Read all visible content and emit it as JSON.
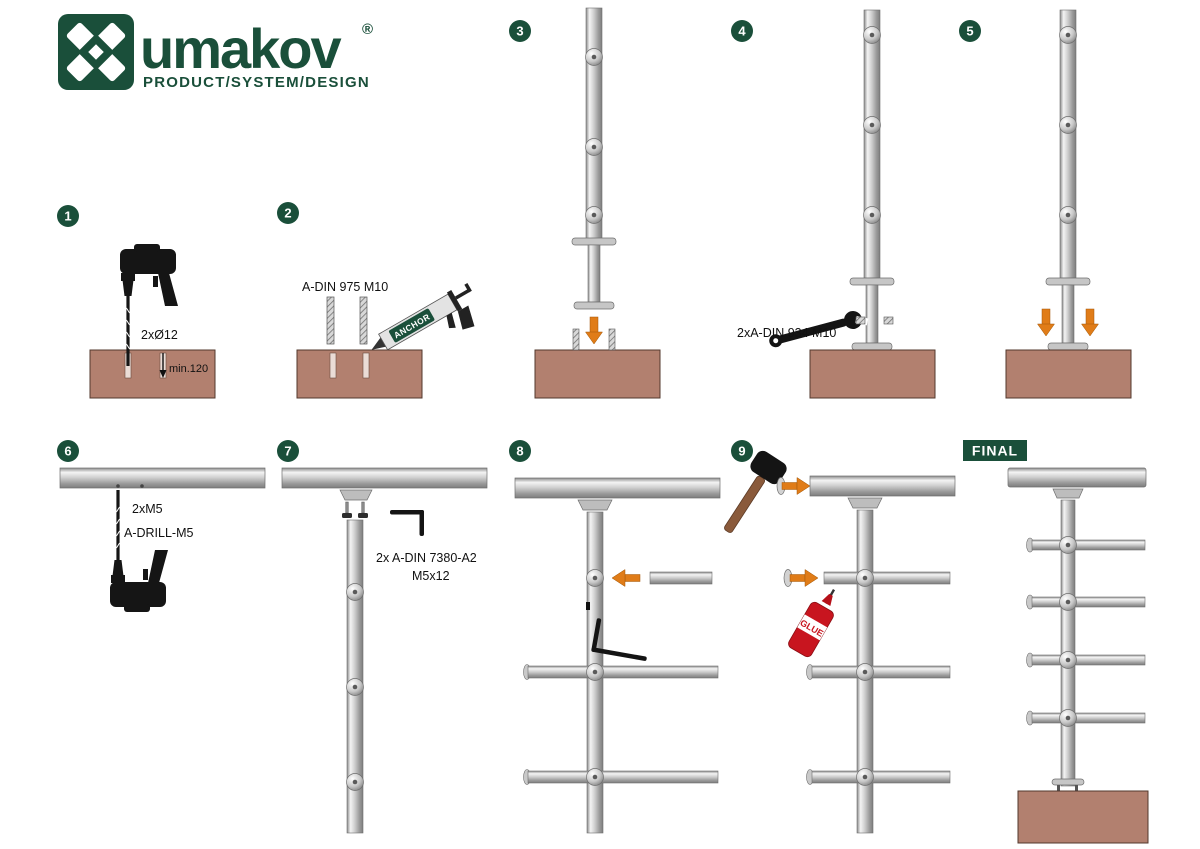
{
  "logo": {
    "brand": "umakov",
    "registered": "®",
    "tagline": "PRODUCT/SYSTEM/DESIGN"
  },
  "palette": {
    "brand_green": "#1a4f3a",
    "base_brown": "#b2806f",
    "arrow_orange": "#e07c18",
    "glue_red": "#c8151f",
    "steel_gray": "#c6c6c6"
  },
  "steps": {
    "s1": {
      "num": "1",
      "hole_label": "2xØ12",
      "depth_label": "min.120"
    },
    "s2": {
      "num": "2",
      "rod_label": "A-DIN 975 M10",
      "gun_label": "ANCHOR"
    },
    "s3": {
      "num": "3"
    },
    "s4": {
      "num": "4",
      "nut_label": "2xA-DIN 934 M10"
    },
    "s5": {
      "num": "5"
    },
    "s6": {
      "num": "6",
      "screw_label": "2xM5",
      "drill_label": "A-DRILL-M5"
    },
    "s7": {
      "num": "7",
      "screw_label": "2x A-DIN 7380-A2",
      "screw_size_label": "M5x12"
    },
    "s8": {
      "num": "8"
    },
    "s9": {
      "num": "9",
      "glue_label": "GLUE"
    },
    "final": {
      "label": "FINAL"
    }
  }
}
